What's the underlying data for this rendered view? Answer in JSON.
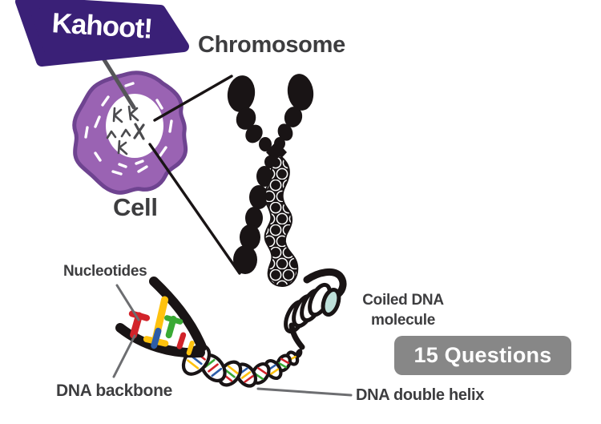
{
  "logo": {
    "text": "Kahoot!"
  },
  "badge": {
    "label": "15 Questions"
  },
  "diagram": {
    "labels": {
      "chromosome": "Chromosome",
      "cell": "Cell",
      "nucleotides": "Nucleotides",
      "dna_backbone": "DNA backbone",
      "coiled_dna_molecule": "Coiled DNA\nmolecule",
      "dna_double_helix": "DNA double helix"
    },
    "colors": {
      "kahoot_purple": "#3A2077",
      "cell_fill": "#9A63B3",
      "cell_outline": "#6E4390",
      "ink": "#191415",
      "label_text": "#3D3D3F",
      "leader_gray": "#6D6E71",
      "badge_gray": "#878787",
      "nucleotide_red": "#D2232A",
      "nucleotide_yellow": "#FFC20E",
      "nucleotide_green": "#3AAA35",
      "nucleotide_blue": "#2D5DA8",
      "coil_highlight": "#BEE0DA"
    }
  }
}
